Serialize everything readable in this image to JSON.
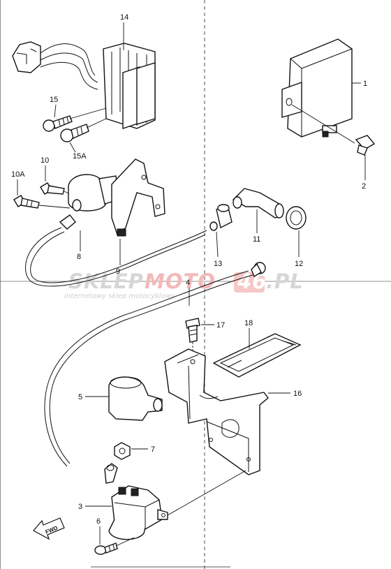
{
  "callouts": {
    "c1": "1",
    "c2": "2",
    "c3": "3",
    "c4": "4",
    "c5": "5",
    "c6": "6",
    "c7": "7",
    "c8": "8",
    "c9": "9",
    "c10": "10",
    "c10a": "10A",
    "c11": "11",
    "c12": "12",
    "c13": "13",
    "c14": "14",
    "c15": "15",
    "c15a": "15A",
    "c16": "16",
    "c17": "17",
    "c18": "18"
  },
  "watermark": {
    "brand_part1": "SKLEP",
    "brand_part2": "MOTO",
    "brand_part3": "46",
    "brand_part4": ".PL",
    "tagline": "internetowy sklep motocyklowy",
    "color_gray": "#d6d6d6",
    "color_red": "#f3b9b9"
  },
  "fwd_label": "FWD"
}
